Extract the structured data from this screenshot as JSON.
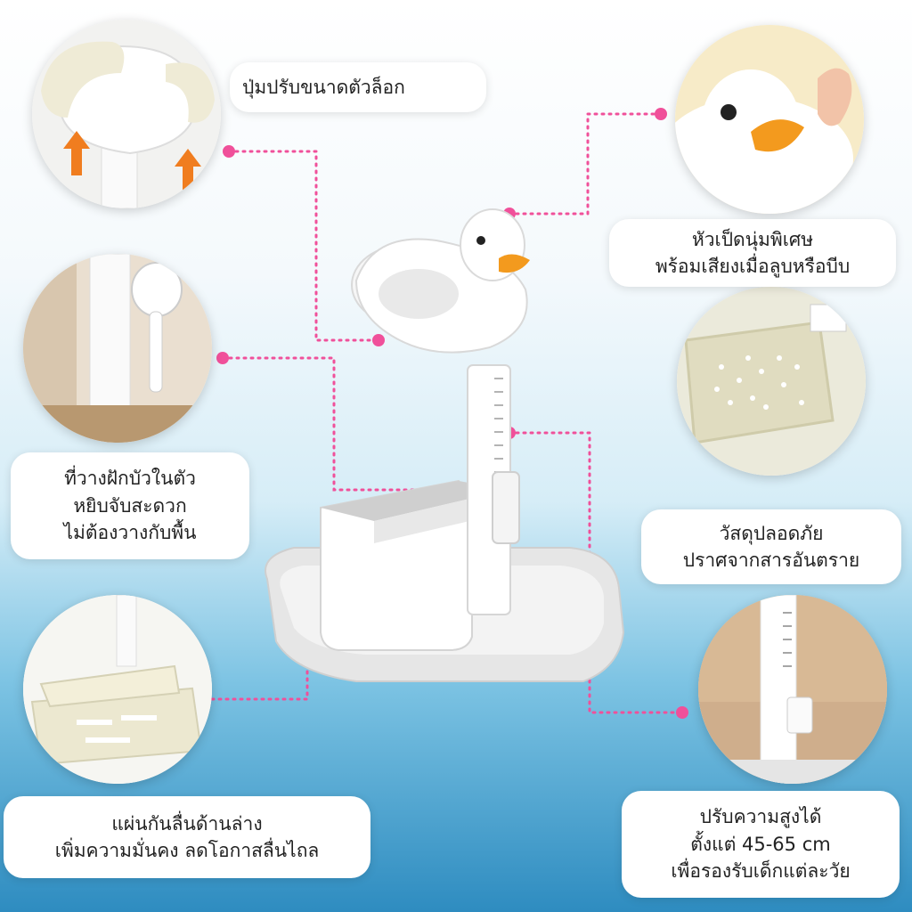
{
  "labels": {
    "lock_button": "ปุ่มปรับขนาดตัวล็อก",
    "duck_head": [
      "หัวเป็ดนุ่มพิเศษ",
      "พร้อมเสียงเมื่อลูบหรือบีบ"
    ],
    "shower_holder": [
      "ที่วางฝักบัวในตัว",
      "หยิบจับสะดวก",
      "ไม่ต้องวางกับพื้น"
    ],
    "safe_material": [
      "วัสดุปลอดภัย",
      "ปราศจากสารอันตราย"
    ],
    "anti_slip": [
      "แผ่นกันลื่นด้านล่าง",
      "เพิ่มความมั่นคง ลดโอกาสลื่นไถล"
    ],
    "height_adjust": [
      "ปรับความสูงได้",
      "ตั้งแต่ 45-65 cm",
      "เพื่อรองรับเด็กแต่ละวัย"
    ]
  },
  "colors": {
    "connector": "#f0509a",
    "duck_beak": "#f39a1e",
    "arrow": "#f07d1f"
  },
  "icons": {
    "product": "duck-bath-stand-image",
    "lock": "lock-adjust-photo",
    "duck": "duck-head-photo",
    "shower": "shower-holder-photo",
    "material": "material-closeup-photo",
    "antislip": "anti-slip-base-photo",
    "height": "height-pole-photo"
  }
}
